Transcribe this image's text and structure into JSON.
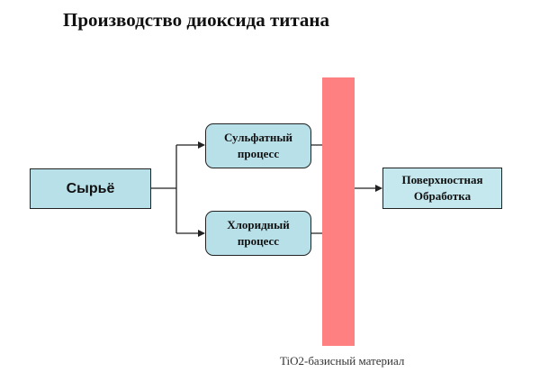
{
  "title": "Производство диоксида титана",
  "nodes": {
    "raw_material": "Сырьё",
    "sulfate_process": "Сульфатный\nпроцесс",
    "chloride_process": "Хлоридный\nпроцесс",
    "surface_treatment": "Поверхностная\nОбработка"
  },
  "barrier_caption": "TiO2-базисный материал",
  "colors": {
    "box_fill": "#b8e0e8",
    "box_fill_light": "#c4e8ee",
    "barrier": "#ff8080",
    "line": "#222222"
  }
}
